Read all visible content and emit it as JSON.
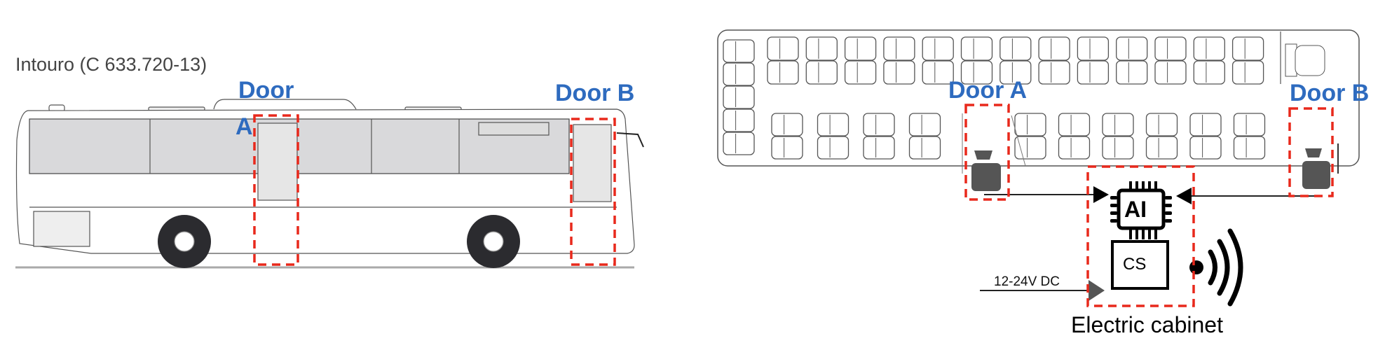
{
  "side_view": {
    "model_label": "Intouro (C 633.720-13)",
    "door_a_label_line1": "Door",
    "door_a_label_line2": "A",
    "door_b_label": "Door B"
  },
  "top_view": {
    "door_a_label": "Door A",
    "door_b_label": "Door B",
    "chip_label": "AI",
    "controller_label": "CS",
    "power_label": "12-24V DC",
    "cabinet_label": "Electric cabinet"
  },
  "colors": {
    "label_blue": "#2e6bbf",
    "highlight_red": "#e8291c",
    "sensor_gray": "#555555",
    "window_gray": "#d9d9db"
  }
}
